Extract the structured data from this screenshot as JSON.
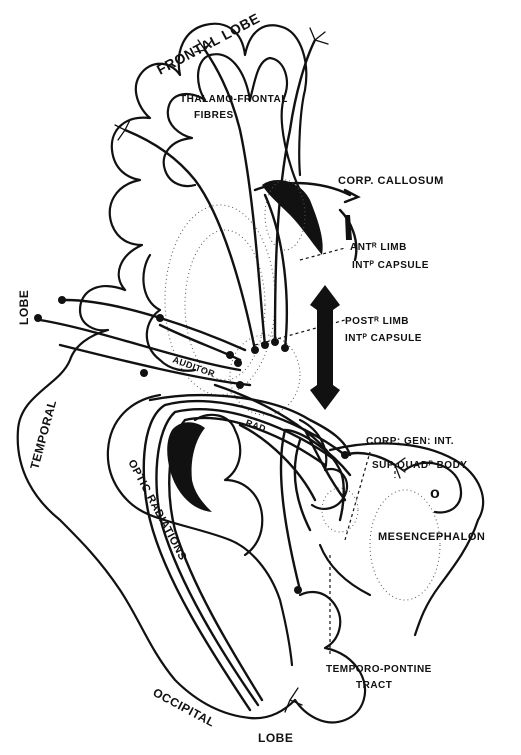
{
  "labels": {
    "frontal_lobe": "FRONTAL LOBE",
    "thalamo_frontal_1": "THALAMO-FRONTAL",
    "thalamo_frontal_2": "FIBRES",
    "corp_callosum": "CORP. CALLOSUM",
    "ant_limb_1": "ANTᴿ LIMB",
    "ant_limb_2": "INTᴾ CAPSULE",
    "temporal_lobe_1": "LOBE",
    "temporal_lobe_2": "TEMPORAL",
    "post_limb_1": "POSTᴿ LIMB",
    "post_limb_2": "INTᴾ CAPSULE",
    "auditory_rad_1": "AUDITOR",
    "auditory_rad_2": "RAD.",
    "corp_gen_int": "CORP: GEN: INT.",
    "sup_quad_body": "SUP QUADᴾ BODY",
    "optic_radiations": "OPTIC RADIATIONS",
    "mesencephalon": "MESENCEPHALON",
    "aqueduct_mark": "o",
    "temporo_pontine_1": "TEMPORO-PONTINE",
    "temporo_pontine_2": "TRACT",
    "occipital_lobe_1": "OCCIPITAL",
    "occipital_lobe_2": "LOBE"
  },
  "colors": {
    "ink": "#111111",
    "paper": "#ffffff",
    "stipple": "#555555"
  }
}
